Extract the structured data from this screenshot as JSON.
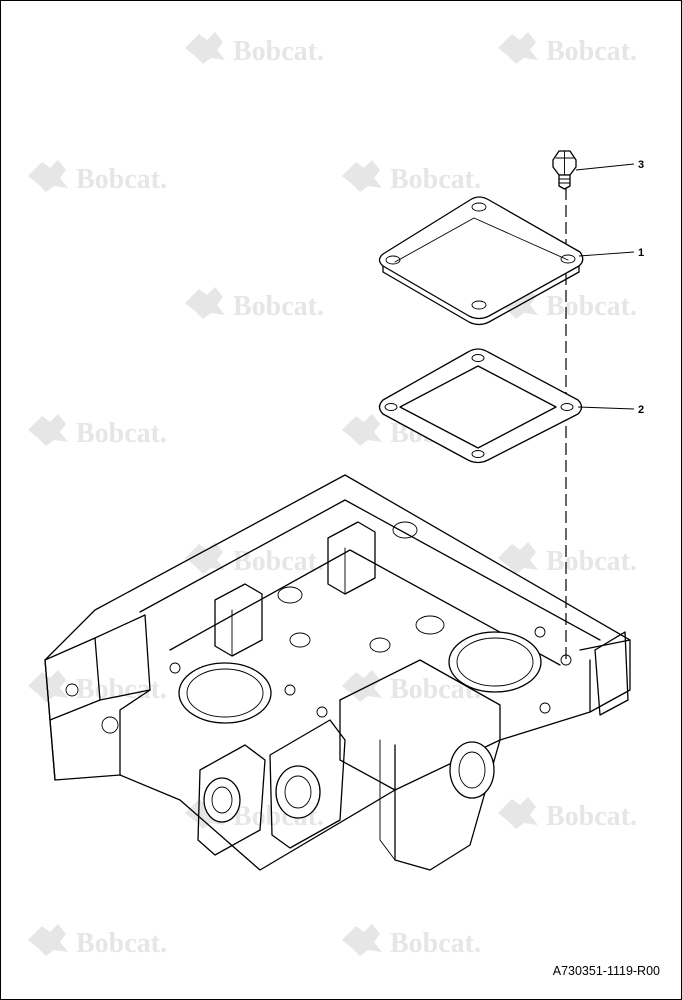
{
  "watermark": {
    "text": "Bobcat."
  },
  "callouts": [
    {
      "number": "3",
      "part": "bolt"
    },
    {
      "number": "1",
      "part": "cover-plate"
    },
    {
      "number": "2",
      "part": "gasket"
    }
  ],
  "document_number": "A730351-1119-R00"
}
